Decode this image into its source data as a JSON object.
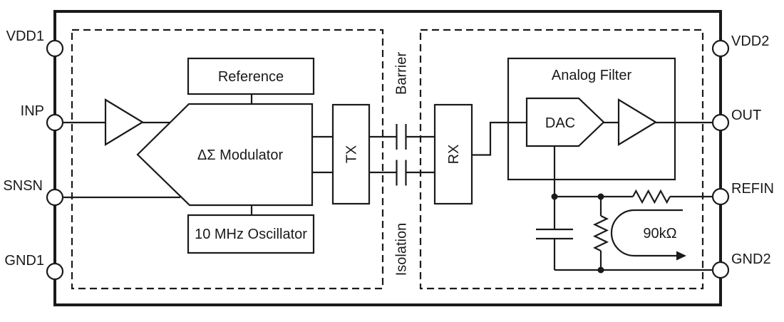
{
  "pins": {
    "left": [
      {
        "label": "VDD1"
      },
      {
        "label": "INP"
      },
      {
        "label": "SNSN"
      },
      {
        "label": "GND1"
      }
    ],
    "right": [
      {
        "label": "VDD2"
      },
      {
        "label": "OUT"
      },
      {
        "label": "REFIN"
      },
      {
        "label": "GND2"
      }
    ]
  },
  "blocks": {
    "reference": "Reference",
    "modulator": "ΔΣ Modulator",
    "oscillator": "10 MHz Oscillator",
    "tx": "TX",
    "rx": "RX",
    "analog_filter": "Analog Filter",
    "dac": "DAC"
  },
  "isolation_barrier": {
    "barrier_label": "Barrier",
    "isolation_label": "Isolation"
  },
  "annotations": {
    "feedback_resistance": "90kΩ"
  },
  "colors": {
    "line": "#1a1a1a",
    "background": "#ffffff"
  }
}
